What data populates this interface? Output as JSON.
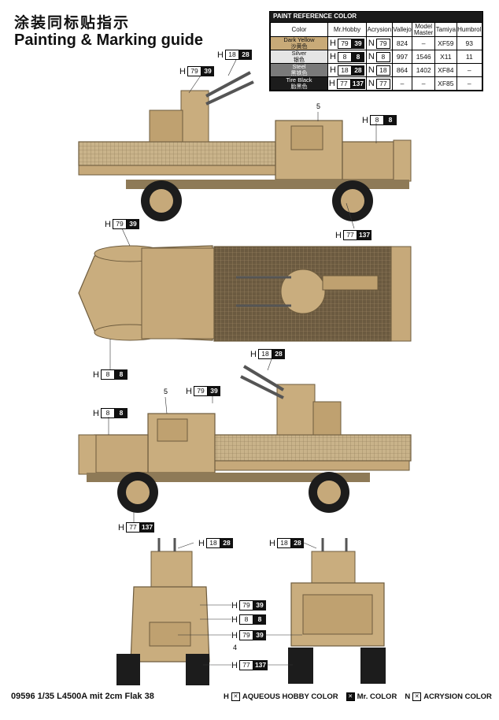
{
  "title_cn": "涂装同标贴指示",
  "title_en": "Painting & Marking guide",
  "paint_table": {
    "header": "PAINT REFERENCE COLOR",
    "columns": [
      "Color",
      "Mr.Hobby",
      "Acrysion",
      "Vallejo",
      "Model Master",
      "Tamiya",
      "Humbrol"
    ],
    "rows": [
      {
        "name_en": "Dark Yellow",
        "name_cn": "沙黄色",
        "h": "79",
        "mr": "39",
        "n": "79",
        "vallejo": "824",
        "mm": "–",
        "tamiya": "XF59",
        "humbrol": "93"
      },
      {
        "name_en": "Silver",
        "name_cn": "银色",
        "h": "8",
        "mr": "8",
        "n": "8",
        "vallejo": "997",
        "mm": "1546",
        "tamiya": "X11",
        "humbrol": "11"
      },
      {
        "name_en": "Steel",
        "name_cn": "黑铁色",
        "h": "18",
        "mr": "28",
        "n": "18",
        "vallejo": "864",
        "mm": "1402",
        "tamiya": "XF84",
        "humbrol": "–"
      },
      {
        "name_en": "Tire Black",
        "name_cn": "胎黑色",
        "h": "77",
        "mr": "137",
        "n": "77",
        "vallejo": "–",
        "mm": "–",
        "tamiya": "XF85",
        "humbrol": "–"
      }
    ]
  },
  "callouts": [
    {
      "h": "18",
      "mr": "28"
    },
    {
      "h": "79",
      "mr": "39"
    },
    {
      "h": "8",
      "mr": "8"
    },
    {
      "h": "79",
      "mr": "39"
    },
    {
      "h": "77",
      "mr": "137"
    },
    {
      "h": "8",
      "mr": "8"
    },
    {
      "h": "18",
      "mr": "28"
    },
    {
      "h": "79",
      "mr": "39"
    },
    {
      "h": "8",
      "mr": "8"
    },
    {
      "h": "77",
      "mr": "137"
    },
    {
      "h": "18",
      "mr": "28"
    },
    {
      "h": "18",
      "mr": "28"
    },
    {
      "h": "79",
      "mr": "39"
    },
    {
      "h": "8",
      "mr": "8"
    },
    {
      "h": "79",
      "mr": "39"
    },
    {
      "h": "77",
      "mr": "137"
    }
  ],
  "part_numbers": {
    "n1": "5",
    "n2": "5",
    "n3": "4"
  },
  "code_prefix": "H",
  "footer": {
    "model": "09596 1/35 L4500A mit 2cm Flak 38",
    "legend_aqueous": "AQUEOUS HOBBY COLOR",
    "legend_mr": "Mr. COLOR",
    "legend_acrysion": "ACRYSION COLOR",
    "legend_h": "H",
    "legend_n": "N"
  },
  "colors": {
    "dark_yellow": "#c8aa78",
    "tire_black": "#1c1c1c",
    "steel": "#555555"
  }
}
